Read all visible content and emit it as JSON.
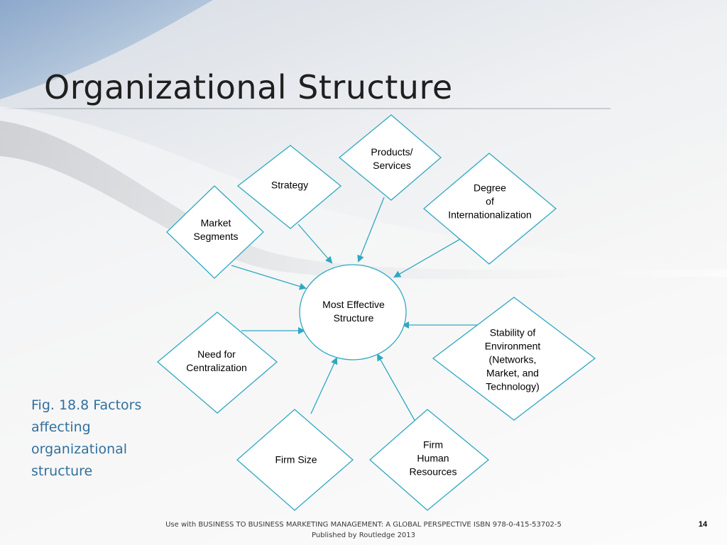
{
  "slide": {
    "title": "Organizational Structure",
    "caption": "Fig. 18.8 Factors affecting organizational structure",
    "footer_line1": "Use with BUSINESS TO BUSINESS MARKETING MANAGEMENT: A GLOBAL PERSPECTIVE   ISBN 978-0-415-53702-5",
    "footer_line2": "Published by Routledge 2013",
    "page_number": "14"
  },
  "diagram": {
    "center": {
      "label": "Most Effective\nStructure"
    },
    "factors": [
      {
        "id": "products-services",
        "label": "Products/\nServices"
      },
      {
        "id": "strategy",
        "label": "Strategy"
      },
      {
        "id": "degree-of-internationalization",
        "label": "Degree\nof\nInternationalization"
      },
      {
        "id": "market-segments",
        "label": "Market\nSegments"
      },
      {
        "id": "need-for-centralization",
        "label": "Need for\nCentralization"
      },
      {
        "id": "stability-of-environment",
        "label": "Stability of\nEnvironment\n(Networks,\nMarket, and\nTechnology)"
      },
      {
        "id": "firm-size",
        "label": "Firm Size"
      },
      {
        "id": "firm-human-resources",
        "label": "Firm\nHuman\nResources"
      }
    ],
    "colors": {
      "stroke": "#2fa8c2",
      "fill": "#ffffff",
      "caption": "#31709e"
    }
  }
}
